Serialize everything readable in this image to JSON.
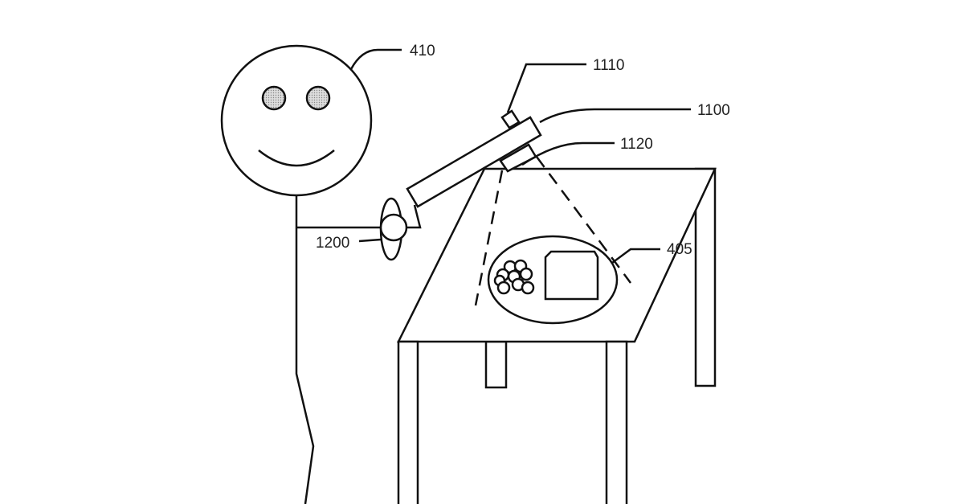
{
  "labels": {
    "person": "410",
    "sensor": "1110",
    "device": "1100",
    "projector": "1120",
    "hand_controller": "1200",
    "food_plate": "405"
  }
}
